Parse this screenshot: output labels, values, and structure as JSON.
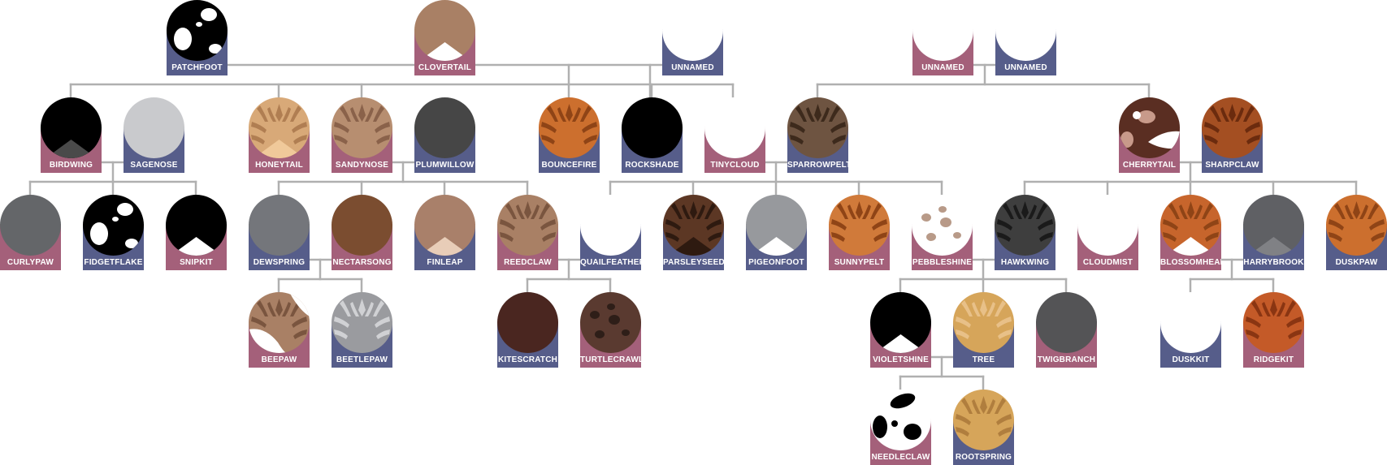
{
  "colors": {
    "female_tab": "#a4607a",
    "male_tab": "#565d8a",
    "connector": "#b0b0b0"
  },
  "cats": [
    {
      "id": "patchfoot",
      "name": "PATCHFOOT",
      "sex": "m",
      "pelt": "#000000",
      "pattern": "spots",
      "accent": "#ffffff"
    },
    {
      "id": "clovertail",
      "name": "CLOVERTAIL",
      "sex": "f",
      "pelt": "#a98065",
      "pattern": "chest",
      "accent": "#ffffff"
    },
    {
      "id": "unnamed1",
      "name": "UNNAMED",
      "sex": "m",
      "pelt": "#ffffff",
      "pattern": "plain"
    },
    {
      "id": "unnamed2",
      "name": "UNNAMED",
      "sex": "f",
      "pelt": "#ffffff",
      "pattern": "plain"
    },
    {
      "id": "unnamed3",
      "name": "UNNAMED",
      "sex": "m",
      "pelt": "#ffffff",
      "pattern": "plain"
    },
    {
      "id": "birdwing",
      "name": "BIRDWING",
      "sex": "f",
      "pelt": "#000000",
      "pattern": "chest",
      "accent": "#4a4a4a"
    },
    {
      "id": "sagenose",
      "name": "SAGENOSE",
      "sex": "m",
      "pelt": "#c9cacd",
      "pattern": "plain"
    },
    {
      "id": "honeytail",
      "name": "HONEYTAIL",
      "sex": "f",
      "pelt": "#d8a978",
      "pattern": "tabbychest",
      "accent": "#f0c99a",
      "stripe": "#b07e52"
    },
    {
      "id": "sandynose",
      "name": "SANDYNOSE",
      "sex": "f",
      "pelt": "#b78e70",
      "pattern": "tabby",
      "stripe": "#8a624a"
    },
    {
      "id": "plumwillow",
      "name": "PLUMWILLOW",
      "sex": "m",
      "pelt": "#464646",
      "pattern": "plain"
    },
    {
      "id": "bouncefire",
      "name": "BOUNCEFIRE",
      "sex": "m",
      "pelt": "#cc6f2e",
      "pattern": "tabby",
      "stripe": "#8f4416"
    },
    {
      "id": "rockshade",
      "name": "ROCKSHADE",
      "sex": "m",
      "pelt": "#000000",
      "pattern": "plain"
    },
    {
      "id": "tinycloud",
      "name": "TINYCLOUD",
      "sex": "f",
      "pelt": "#ffffff",
      "pattern": "plain"
    },
    {
      "id": "sparrowpelt",
      "name": "SPARROWPELT",
      "sex": "m",
      "pelt": "#6e5441",
      "pattern": "tabby",
      "stripe": "#3d2a1c"
    },
    {
      "id": "cherrytail",
      "name": "CHERRYTAIL",
      "sex": "f",
      "pelt": "#5a2e22",
      "pattern": "patches",
      "accent": "#ffffff",
      "accent2": "#c89a8a"
    },
    {
      "id": "sharpclaw",
      "name": "SHARPCLAW",
      "sex": "m",
      "pelt": "#a44f22",
      "pattern": "tabby",
      "stripe": "#6b2b0e"
    },
    {
      "id": "curlypaw",
      "name": "CURLYPAW",
      "sex": "f",
      "pelt": "#646669",
      "pattern": "plain"
    },
    {
      "id": "fidgetflake",
      "name": "FIDGETFLAKE",
      "sex": "m",
      "pelt": "#000000",
      "pattern": "spots",
      "accent": "#ffffff"
    },
    {
      "id": "snipkit",
      "name": "SNIPKIT",
      "sex": "f",
      "pelt": "#000000",
      "pattern": "chest",
      "accent": "#ffffff"
    },
    {
      "id": "dewspring",
      "name": "DEWSPRING",
      "sex": "m",
      "pelt": "#74767b",
      "pattern": "plain"
    },
    {
      "id": "nectarsong",
      "name": "NECTARSONG",
      "sex": "f",
      "pelt": "#7b4d30",
      "pattern": "plain"
    },
    {
      "id": "finleap",
      "name": "FINLEAP",
      "sex": "m",
      "pelt": "#a9806a",
      "pattern": "chest",
      "accent": "#e8cdb8"
    },
    {
      "id": "reedclaw",
      "name": "REEDCLAW",
      "sex": "f",
      "pelt": "#a98065",
      "pattern": "tabby",
      "stripe": "#7a553f"
    },
    {
      "id": "quailfeather",
      "name": "QUAILFEATHER",
      "sex": "m",
      "pelt": "#ffffff",
      "pattern": "plain"
    },
    {
      "id": "parsleyseed",
      "name": "PARSLEYSEED",
      "sex": "m",
      "pelt": "#5c3724",
      "pattern": "tabbychest",
      "accent": "#2e1a10",
      "stripe": "#2e1a10"
    },
    {
      "id": "pigeonfoot",
      "name": "PIGEONFOOT",
      "sex": "m",
      "pelt": "#97999d",
      "pattern": "chest",
      "accent": "#ffffff"
    },
    {
      "id": "sunnypelt",
      "name": "SUNNYPELT",
      "sex": "f",
      "pelt": "#d07a3a",
      "pattern": "tabby",
      "stripe": "#8f4416"
    },
    {
      "id": "pebbleshine",
      "name": "PEBBLESHINE",
      "sex": "f",
      "pelt": "#ffffff",
      "pattern": "dapple",
      "accent": "#b89a88"
    },
    {
      "id": "hawkwing",
      "name": "HAWKWING",
      "sex": "m",
      "pelt": "#3e3e3e",
      "pattern": "tabby",
      "stripe": "#1a1a1a"
    },
    {
      "id": "cloudmist",
      "name": "CLOUDMIST",
      "sex": "f",
      "pelt": "#ffffff",
      "pattern": "plain"
    },
    {
      "id": "blossomheart",
      "name": "BLOSSOMHEART",
      "sex": "f",
      "pelt": "#c7652c",
      "pattern": "tabbychest",
      "accent": "#ffffff",
      "stripe": "#8f4416"
    },
    {
      "id": "harrybrook",
      "name": "HARRYBROOK",
      "sex": "m",
      "pelt": "#5f6064",
      "pattern": "chest",
      "accent": "#808185"
    },
    {
      "id": "duskpaw",
      "name": "DUSKPAW",
      "sex": "m",
      "pelt": "#cc6f2e",
      "pattern": "tabby",
      "stripe": "#8f4416"
    },
    {
      "id": "beepaw",
      "name": "BEEPAW",
      "sex": "f",
      "pelt": "#a98065",
      "pattern": "patchtabby",
      "accent": "#ffffff",
      "stripe": "#7a553f"
    },
    {
      "id": "beetlepaw",
      "name": "BEETLEPAW",
      "sex": "m",
      "pelt": "#9a9b9f",
      "pattern": "tabby",
      "stripe": "#d0d1d4"
    },
    {
      "id": "kitescratch",
      "name": "KITESCRATCH",
      "sex": "m",
      "pelt": "#4a2620",
      "pattern": "plain"
    },
    {
      "id": "turtlecrawl",
      "name": "TURTLECRAWL",
      "sex": "f",
      "pelt": "#5a3a30",
      "pattern": "dapple",
      "accent": "#2e1e18"
    },
    {
      "id": "violetshine",
      "name": "VIOLETSHINE",
      "sex": "f",
      "pelt": "#000000",
      "pattern": "chest",
      "accent": "#ffffff"
    },
    {
      "id": "tree",
      "name": "TREE",
      "sex": "m",
      "pelt": "#d6a55a",
      "pattern": "tabby",
      "stripe": "#e8c088"
    },
    {
      "id": "twigbranch",
      "name": "TWIGBRANCH",
      "sex": "f",
      "pelt": "#545456",
      "pattern": "plain"
    },
    {
      "id": "duskkit",
      "name": "DUSKKIT",
      "sex": "m",
      "pelt": "#ffffff",
      "pattern": "plain"
    },
    {
      "id": "ridgekit",
      "name": "RIDGEKIT",
      "sex": "f",
      "pelt": "#c45a28",
      "pattern": "tabby",
      "stripe": "#8a3512"
    },
    {
      "id": "needleclaw",
      "name": "NEEDLECLAW",
      "sex": "f",
      "pelt": "#ffffff",
      "pattern": "bigspots",
      "accent": "#000000"
    },
    {
      "id": "rootspring",
      "name": "ROOTSPRING",
      "sex": "m",
      "pelt": "#d6a55a",
      "pattern": "tabby",
      "stripe": "#b07e3e"
    }
  ]
}
